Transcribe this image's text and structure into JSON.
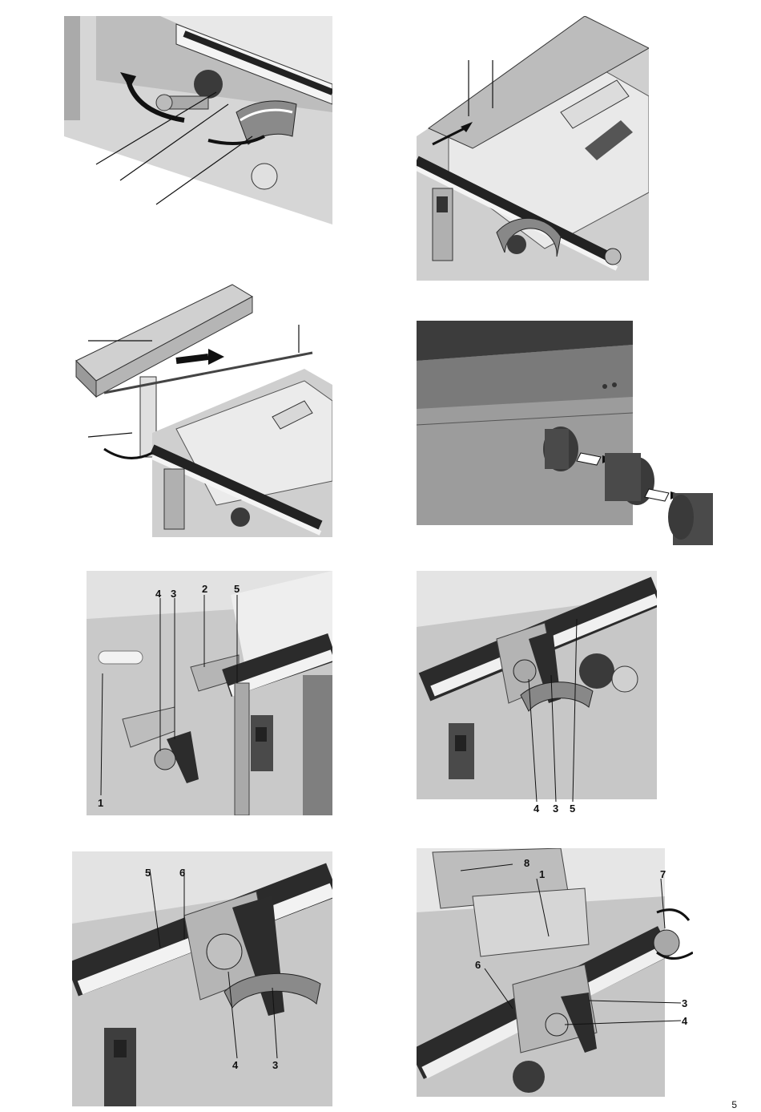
{
  "page_number": "5",
  "figures": [
    {
      "name": "miter-gauge-closeup",
      "callouts": []
    },
    {
      "name": "table-extension-top",
      "callouts": []
    },
    {
      "name": "extension-table-mount",
      "callouts": []
    },
    {
      "name": "dust-extraction-adapter",
      "callouts": []
    },
    {
      "name": "fence-clamp-side",
      "callouts": [
        "4",
        "3",
        "2",
        "5",
        "1"
      ]
    },
    {
      "name": "fence-clamp-front",
      "callouts": [
        "4",
        "3",
        "5"
      ]
    },
    {
      "name": "scale-adjust-closeup",
      "callouts": [
        "5",
        "6",
        "4",
        "3"
      ]
    },
    {
      "name": "rail-end-knob",
      "callouts": [
        "8",
        "1",
        "7",
        "6",
        "3",
        "4"
      ]
    }
  ]
}
